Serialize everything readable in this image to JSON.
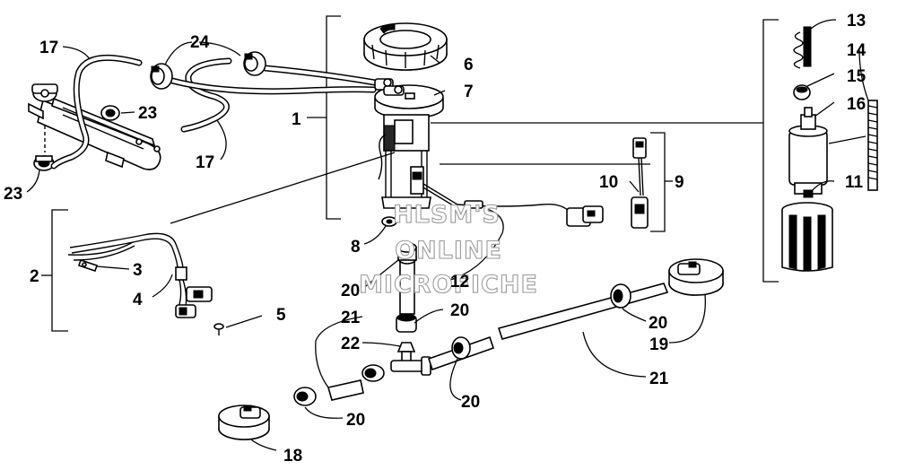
{
  "watermark": {
    "line1": "HLSM'S",
    "line2": "ONLINE",
    "line3": "MICROFICHE"
  },
  "callouts": {
    "n1": "1",
    "n2": "2",
    "n3": "3",
    "n4": "4",
    "n5": "5",
    "n6": "6",
    "n7": "7",
    "n8": "8",
    "n9": "9",
    "n10": "10",
    "n11": "11",
    "n12": "12",
    "n13": "13",
    "n14": "14",
    "n15": "15",
    "n16": "16",
    "n17a": "17",
    "n17b": "17",
    "n18": "18",
    "n19": "19",
    "n20a": "20",
    "n20b": "20",
    "n20c": "20",
    "n20d": "20",
    "n20e": "20",
    "n21a": "21",
    "n21b": "21",
    "n22": "22",
    "n23a": "23",
    "n23b": "23",
    "n24": "24"
  }
}
